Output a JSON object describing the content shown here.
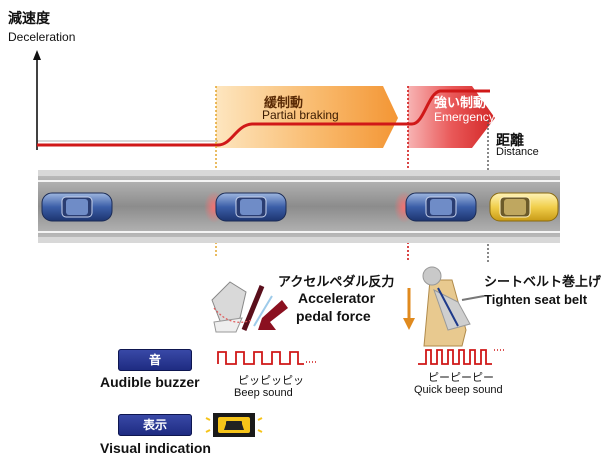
{
  "axis": {
    "y_label_jp": "減速度",
    "y_label_en": "Deceleration",
    "x_label_jp": "距離",
    "x_label_en": "Distance"
  },
  "phases": {
    "partial": {
      "jp": "緩制動",
      "en": "Partial braking"
    },
    "emergency": {
      "jp": "強い制動",
      "en": "Emergency braking"
    }
  },
  "responses": {
    "accelerator": {
      "jp": "アクセルペダル反力",
      "en_line1": "Accelerator",
      "en_line2": "pedal force"
    },
    "seatbelt": {
      "jp": "シートベルト巻上げ",
      "en": "Tighten seat belt"
    }
  },
  "buzzer": {
    "badge": "音",
    "label": "Audible buzzer",
    "beep_jp": "ピッピッピッ",
    "beep_en": "Beep sound",
    "quick_jp": "ピーピーピー",
    "quick_en": "Quick beep sound"
  },
  "visual": {
    "badge": "表示",
    "label": "Visual indication"
  },
  "colors": {
    "deceleration_line": "#cc1010",
    "partial_marker": "#e0a020",
    "emergency_marker": "#d01818",
    "distance_marker": "#555555",
    "road": "#8a8a8a",
    "badge": "#26338f"
  }
}
